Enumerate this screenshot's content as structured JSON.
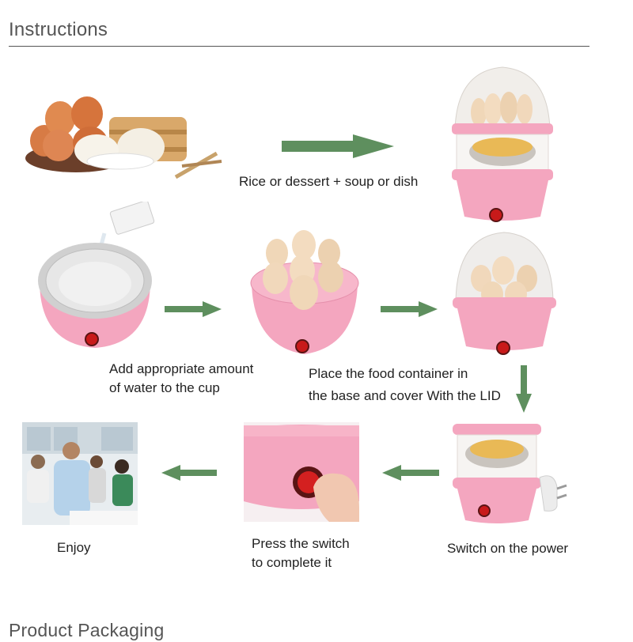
{
  "header": {
    "title": "Instructions"
  },
  "footer": {
    "title": "Product Packaging"
  },
  "steps": {
    "ingredients": {
      "caption": "Rice or dessert + soup or dish"
    },
    "water": {
      "caption_line1": "Add appropriate amount",
      "caption_line2": "of water to the cup"
    },
    "container": {
      "caption_line1": "Place the food container in",
      "caption_line2": "the base and cover With the LID"
    },
    "power": {
      "caption": "Switch on the power"
    },
    "press": {
      "caption_line1": "Press the switch",
      "caption_line2": "to complete it"
    },
    "enjoy": {
      "caption": "Enjoy"
    }
  },
  "colors": {
    "arrow": "#5e8f5e",
    "cooker_pink": "#f4a6bf",
    "switch_red": "#c81a1a"
  }
}
